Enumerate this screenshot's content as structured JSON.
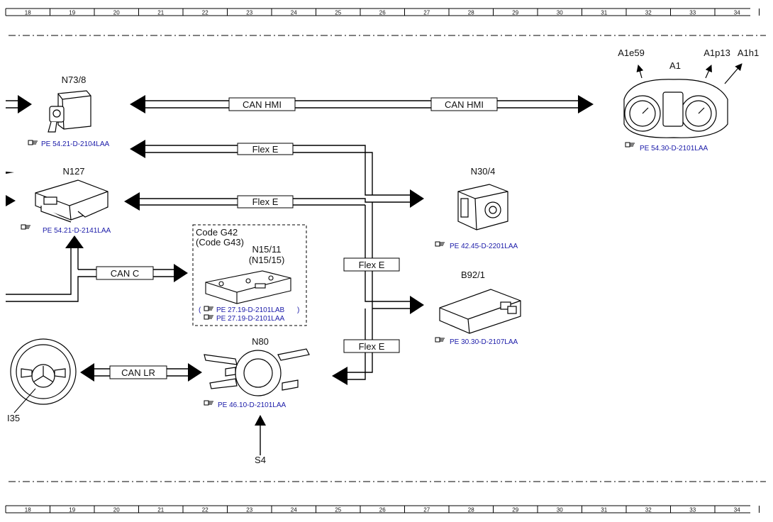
{
  "ruler": [
    "18",
    "19",
    "20",
    "21",
    "22",
    "23",
    "24",
    "25",
    "26",
    "27",
    "28",
    "29",
    "30",
    "31",
    "32",
    "33",
    "34"
  ],
  "components": {
    "n73_8": {
      "label": "N73/8",
      "ref": "PE 54.21-D-2104LAA"
    },
    "n127": {
      "label": "N127",
      "ref": "PE 54.21-D-2141LAA"
    },
    "a1": {
      "label": "A1",
      "ref": "PE 54.30-D-2101LAA",
      "sub": [
        "A1e59",
        "A1p13",
        "A1h1"
      ]
    },
    "n30_4": {
      "label": "N30/4",
      "ref": "PE 42.45-D-2201LAA"
    },
    "b92_1": {
      "label": "B92/1",
      "ref": "PE 30.30-D-2107LAA"
    },
    "n15_11": {
      "code1": "Code G42",
      "code2": "(Code G43)",
      "label": "N15/11",
      "label2": "(N15/15)",
      "ref1": "PE 27.19-D-2101LAB",
      "ref2": "PE 27.19-D-2101LAA"
    },
    "n80": {
      "label": "N80",
      "ref": "PE 46.10-D-2101LAA"
    },
    "i35": {
      "label": "I35"
    },
    "s4": {
      "label": "S4"
    }
  },
  "buses": {
    "can_hmi_1": "CAN HMI",
    "can_hmi_2": "CAN HMI",
    "flex_e_1": "Flex E",
    "flex_e_2": "Flex E",
    "flex_e_3": "Flex E",
    "flex_e_4": "Flex E",
    "can_c": "CAN C",
    "can_lr": "CAN LR"
  },
  "colors": {
    "line": "#000000",
    "ref": "#1a1aa8",
    "background": "#ffffff"
  }
}
